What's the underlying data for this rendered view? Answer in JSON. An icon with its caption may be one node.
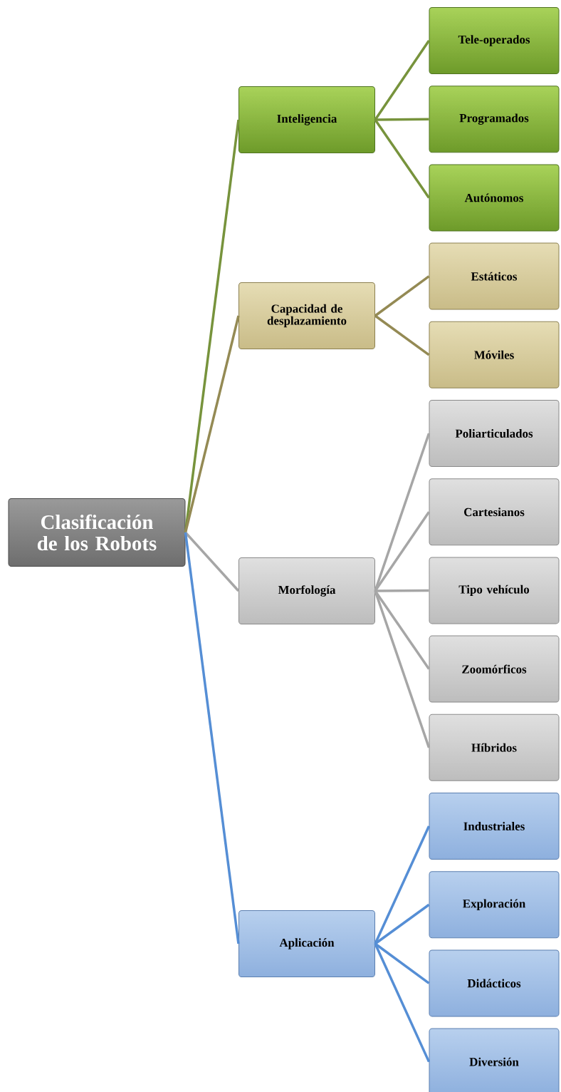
{
  "diagram": {
    "nodes": [
      {
        "text": [
          "Clasificación de los Robots"
        ]
      },
      {
        "text": [
          "Inteligencia"
        ]
      },
      {
        "text": [
          "Tele-operados"
        ]
      },
      {
        "text": [
          "Programados"
        ]
      },
      {
        "text": [
          "Autónomos"
        ]
      },
      {
        "text": [
          "Capacidad de desplazamiento"
        ]
      },
      {
        "text": [
          "Estáticos"
        ]
      },
      {
        "text": [
          "Móviles"
        ]
      },
      {
        "text": [
          "Morfología"
        ]
      },
      {
        "text": [
          "Poliarticulados"
        ]
      },
      {
        "text": [
          "Cartesianos"
        ]
      },
      {
        "text": [
          "Tipo vehículo"
        ]
      },
      {
        "text": [
          "Zoomórficos"
        ]
      },
      {
        "text": [
          "Híbridos"
        ]
      },
      {
        "text": [
          "Aplicación"
        ]
      },
      {
        "text": [
          "Industriales"
        ]
      },
      {
        "text": [
          "Exploración"
        ]
      },
      {
        "text": [
          "Didácticos"
        ]
      },
      {
        "text": [
          "Diversión"
        ]
      }
    ],
    "edges": [
      {
        "from": 0,
        "to": 1,
        "arrow": "none",
        "color": "#77933c"
      },
      {
        "from": 0,
        "to": 5,
        "arrow": "none",
        "color": "#948a54"
      },
      {
        "from": 0,
        "to": 8,
        "arrow": "none",
        "color": "#a6a6a6"
      },
      {
        "from": 0,
        "to": 14,
        "arrow": "none",
        "color": "#558ed5"
      },
      {
        "from": 1,
        "to": 2,
        "arrow": "none",
        "color": "#77933c"
      },
      {
        "from": 1,
        "to": 3,
        "arrow": "none",
        "color": "#77933c"
      },
      {
        "from": 1,
        "to": 4,
        "arrow": "none",
        "color": "#77933c"
      },
      {
        "from": 5,
        "to": 6,
        "arrow": "none",
        "color": "#948a54"
      },
      {
        "from": 5,
        "to": 7,
        "arrow": "none",
        "color": "#948a54"
      },
      {
        "from": 8,
        "to": 9,
        "arrow": "none",
        "color": "#a6a6a6"
      },
      {
        "from": 8,
        "to": 10,
        "arrow": "none",
        "color": "#a6a6a6"
      },
      {
        "from": 8,
        "to": 11,
        "arrow": "none",
        "color": "#a6a6a6"
      },
      {
        "from": 8,
        "to": 12,
        "arrow": "none",
        "color": "#a6a6a6"
      },
      {
        "from": 8,
        "to": 13,
        "arrow": "none",
        "color": "#a6a6a6"
      },
      {
        "from": 14,
        "to": 15,
        "arrow": "none",
        "color": "#558ed5"
      },
      {
        "from": 14,
        "to": 16,
        "arrow": "none",
        "color": "#558ed5"
      },
      {
        "from": 14,
        "to": 17,
        "arrow": "none",
        "color": "#558ed5"
      },
      {
        "from": 14,
        "to": 18,
        "arrow": "none",
        "color": "#558ed5"
      }
    ]
  }
}
